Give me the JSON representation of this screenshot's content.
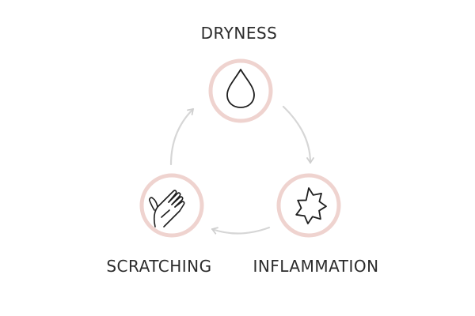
{
  "nodes": [
    {
      "label": "DRYNESS",
      "icon": "water-drop-icon"
    },
    {
      "label": "INFLAMMATION",
      "icon": "burst-star-icon"
    },
    {
      "label": "SCRATCHING",
      "icon": "hand-icon"
    }
  ],
  "colors": {
    "ring": "#efd3cf",
    "icon_stroke": "#1e1e1e",
    "arrow": "#d6d6d6",
    "text": "#2b2b2b"
  }
}
